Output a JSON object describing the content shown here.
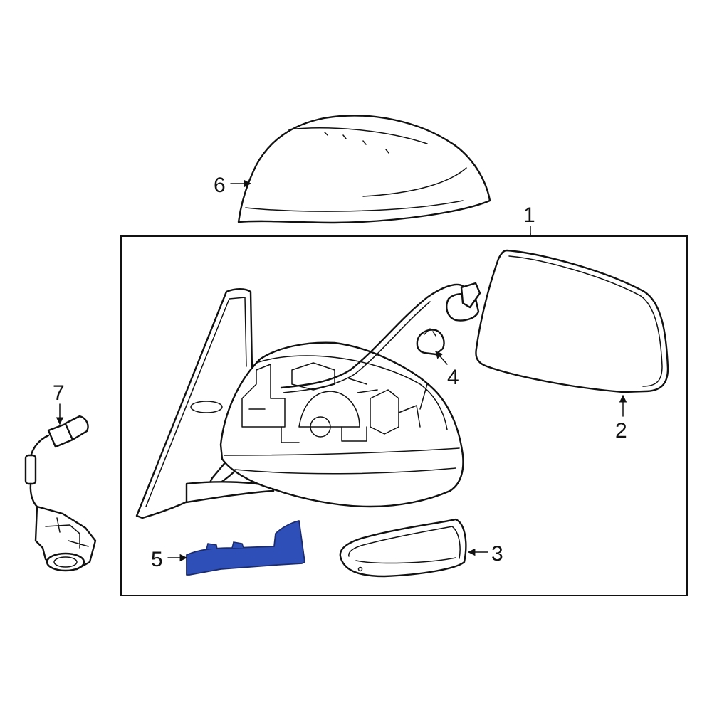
{
  "callouts": [
    {
      "id": "1",
      "label": "1",
      "part": "mirror-assembly"
    },
    {
      "id": "2",
      "label": "2",
      "part": "mirror-glass"
    },
    {
      "id": "3",
      "label": "3",
      "part": "turn-signal-lamp"
    },
    {
      "id": "4",
      "label": "4",
      "part": "bulb"
    },
    {
      "id": "5",
      "label": "5",
      "part": "lower-cover",
      "highlight_color": "#2f4fb8"
    },
    {
      "id": "6",
      "label": "6",
      "part": "mirror-cover-cap"
    },
    {
      "id": "7",
      "label": "7",
      "part": "camera-with-harness"
    }
  ],
  "colors": {
    "line": "#111111",
    "highlight": "#2f4fb8",
    "background": "#ffffff"
  }
}
